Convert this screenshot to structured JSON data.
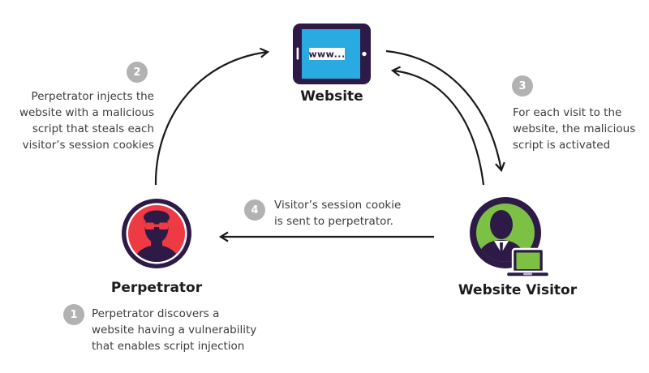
{
  "diagram": {
    "nodes": {
      "website": {
        "label": "Website",
        "screen_text": "www...",
        "icon": "tablet-www-icon"
      },
      "perpetrator": {
        "label": "Perpetrator",
        "icon": "hacker-avatar-icon"
      },
      "visitor": {
        "label": "Website Visitor",
        "icon": "visitor-laptop-avatar-icon"
      }
    },
    "steps": [
      {
        "number": "1",
        "text": "Perpetrator discovers a\nwebsite having a vulnerability\nthat enables script injection"
      },
      {
        "number": "2",
        "text": "Perpetrator injects the\nwebsite with a malicious\nscript that steals each\nvisitor’s session cookies"
      },
      {
        "number": "3",
        "text": "For each visit to the\nwebsite, the malicious\nscript is activated"
      },
      {
        "number": "4",
        "text": "Visitor’s session cookie\nis sent to perpetrator."
      }
    ],
    "arrows": [
      {
        "name": "perpetrator-to-website"
      },
      {
        "name": "website-to-visitor"
      },
      {
        "name": "visitor-to-website"
      },
      {
        "name": "visitor-to-perpetrator"
      }
    ],
    "colors": {
      "dark_purple": "#2e1a47",
      "screen_blue": "#29abe2",
      "perpetrator_red": "#ee3a43",
      "visitor_green": "#7cc143",
      "step_circle_gray": "#b2b2b2",
      "arrow_black": "#1a1a1a",
      "body_text": "#3d3d3d"
    }
  }
}
